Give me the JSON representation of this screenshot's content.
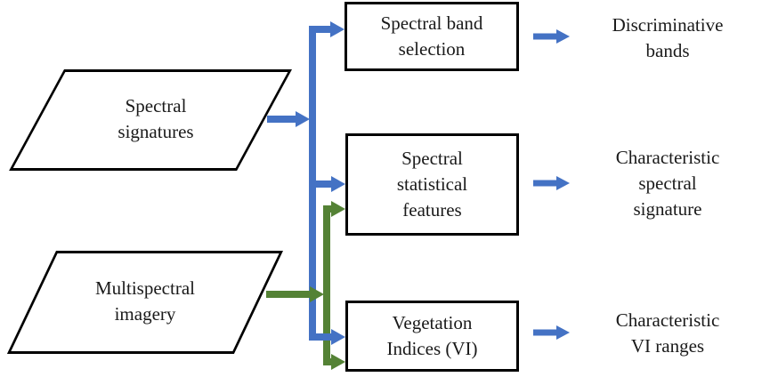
{
  "diagram": {
    "inputs": [
      {
        "label": "Spectral\nsignatures"
      },
      {
        "label": "Multispectral\nimagery"
      }
    ],
    "processes": [
      {
        "label": "Spectral band\nselection"
      },
      {
        "label": "Spectral\nstatistical\nfeatures"
      },
      {
        "label": "Vegetation\nIndices (VI)"
      }
    ],
    "outputs": [
      {
        "label": "Discriminative\nbands"
      },
      {
        "label": "Characteristic\nspectral\nsignature"
      },
      {
        "label": "Characteristic\nVI ranges"
      }
    ],
    "colors": {
      "spectral_flow": "#4472C4",
      "imagery_flow": "#548235",
      "shape_border": "#000000",
      "text": "#1A1A1A",
      "background": "#FFFFFF"
    }
  }
}
